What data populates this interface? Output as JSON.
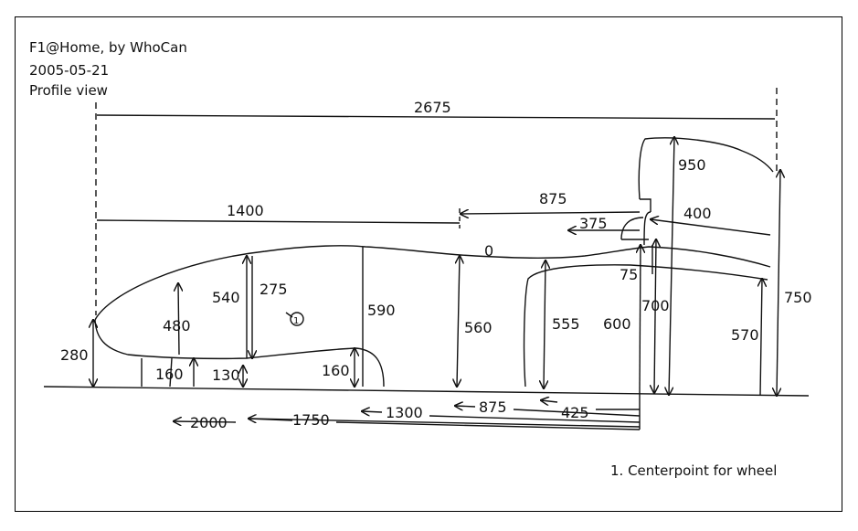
{
  "header": {
    "line1": "F1@Home, by WhoCan",
    "line2": "2005-05-21",
    "line3": "Profile view"
  },
  "dimensions": {
    "overall_length": "2675",
    "front_to_mid": "1400",
    "mid_to_rear": "875",
    "rear_short": "375",
    "rear_wing_depth": "400",
    "rear_wing_height": "950",
    "zero_mark": "0",
    "gap_75": "75",
    "nose_height": "280",
    "nose_body": "480",
    "cockpit_540": "540",
    "cockpit_275": "275",
    "body_590": "590",
    "body_560": "560",
    "body_555": "555",
    "body_600": "600",
    "body_700": "700",
    "wing_570": "570",
    "wing_750": "750",
    "floor_160a": "160",
    "floor_130": "130",
    "wheel_160": "160",
    "wheel_marker": "1",
    "bottom_2000": "2000",
    "bottom_1750": "1750",
    "bottom_1300": "1300",
    "bottom_875": "875",
    "bottom_425": "425"
  },
  "footnote": "1. Centerpoint for wheel",
  "colors": {
    "ink": "#111111",
    "paper": "#ffffff"
  }
}
